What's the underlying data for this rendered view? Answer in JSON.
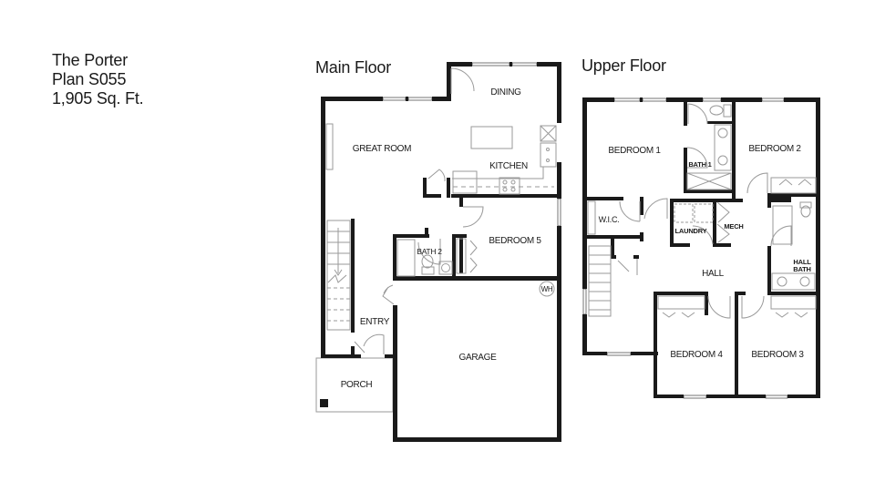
{
  "plan": {
    "name": "The Porter",
    "code": "Plan S055",
    "area": "1,905 Sq. Ft."
  },
  "main_floor": {
    "title": "Main Floor",
    "rooms": {
      "dining": "DINING",
      "great_room": "GREAT ROOM",
      "kitchen": "KITCHEN",
      "bedroom5": "BEDROOM 5",
      "bath2": "BATH 2",
      "entry": "ENTRY",
      "garage": "GARAGE",
      "porch": "PORCH",
      "water_heater": "WH"
    }
  },
  "upper_floor": {
    "title": "Upper Floor",
    "rooms": {
      "bedroom1": "BEDROOM 1",
      "bedroom2": "BEDROOM 2",
      "bath1": "BATH 1",
      "wic": "W.I.C.",
      "laundry": "LAUNDRY",
      "mech": "MECH",
      "hall": "HALL",
      "hall_bath_1": "HALL",
      "hall_bath_2": "BATH",
      "bedroom4": "BEDROOM 4",
      "bedroom3": "BEDROOM 3"
    }
  },
  "colors": {
    "wall": "#1a1a1a",
    "fixture": "#9a9a9a",
    "background": "#ffffff"
  }
}
